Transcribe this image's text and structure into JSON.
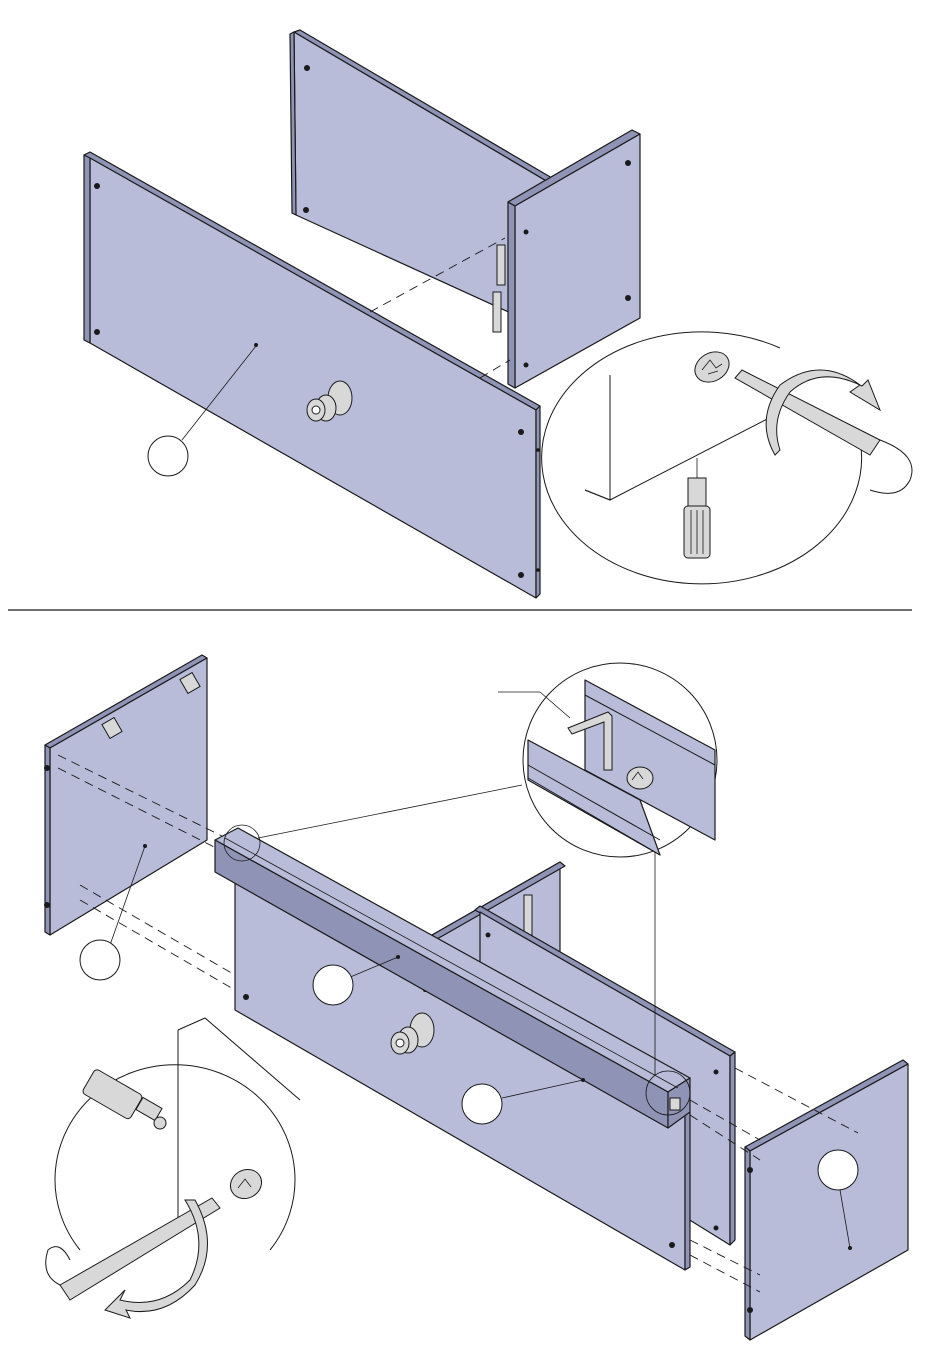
{
  "colors": {
    "panel_fill": "#b8bcd9",
    "panel_edge": "#8f93b5",
    "outline": "#1a1a1a",
    "background": "#ffffff",
    "hardware_fill": "#d8d8d8"
  },
  "steps": [
    {
      "name": "step-top",
      "part_callouts": [
        ""
      ],
      "detail_view": {
        "tool": "screwdriver-icon",
        "fastener": "cam-lock-icon",
        "rotation": "clockwise"
      }
    },
    {
      "name": "step-bottom",
      "part_callouts": [
        "",
        "",
        "",
        ""
      ],
      "detail_views": [
        {
          "tool": "allen-key-icon",
          "fastener": "cam-lock-icon"
        },
        {
          "tool": "screwdriver-icon",
          "fastener": "cam-lock-icon",
          "rotation": "counter-clockwise"
        }
      ]
    }
  ]
}
